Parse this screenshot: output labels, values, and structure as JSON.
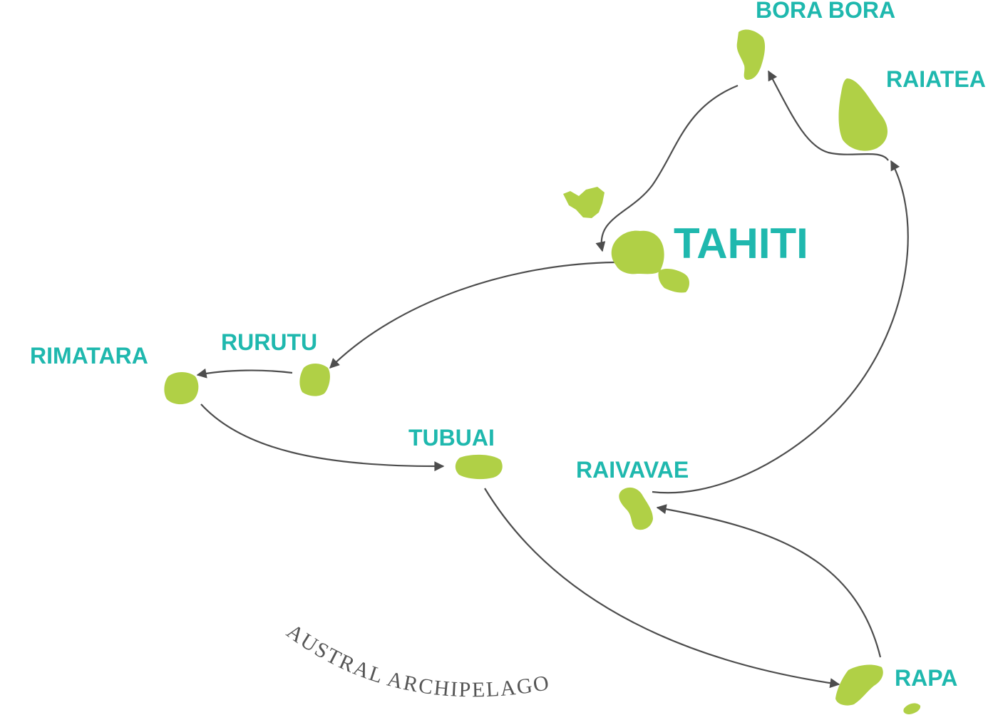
{
  "colors": {
    "island": "#b0d046",
    "label": "#1fb8ae",
    "route": "#4d4d4d",
    "region_text": "#555555"
  },
  "islands": {
    "bora_bora": "BORA BORA",
    "raiatea": "RAIATEA",
    "tahiti": "TAHITI",
    "rurutu": "RURUTU",
    "rimatara": "RIMATARA",
    "tubuai": "TUBUAI",
    "raivavae": "RAIVAVAE",
    "rapa": "RAPA"
  },
  "region": "AUSTRAL ARCHIPELAGO",
  "routes": [
    {
      "from": "BORA BORA",
      "to": "TAHITI"
    },
    {
      "from": "TAHITI",
      "to": "RURUTU"
    },
    {
      "from": "RURUTU",
      "to": "RIMATARA"
    },
    {
      "from": "RIMATARA",
      "to": "TUBUAI"
    },
    {
      "from": "TUBUAI",
      "to": "RAPA"
    },
    {
      "from": "RAPA",
      "to": "RAIVAVAE"
    },
    {
      "from": "RAIVAVAE",
      "to": "RAIATEA"
    },
    {
      "from": "RAIATEA",
      "to": "BORA BORA"
    }
  ]
}
